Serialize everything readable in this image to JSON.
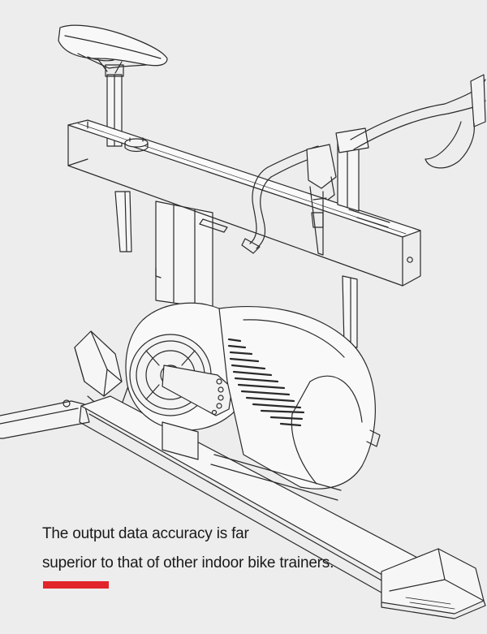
{
  "illustration": {
    "subject": "smart-bike-trainer-line-drawing",
    "icon": "bike-trainer-icon",
    "stroke_color": "#2a2a2a",
    "background_color": "#ededed"
  },
  "caption": {
    "line1": "The output data accuracy is far",
    "line2": "superior to that of other indoor  bike trainers."
  },
  "accent": {
    "color": "#e0262b"
  }
}
